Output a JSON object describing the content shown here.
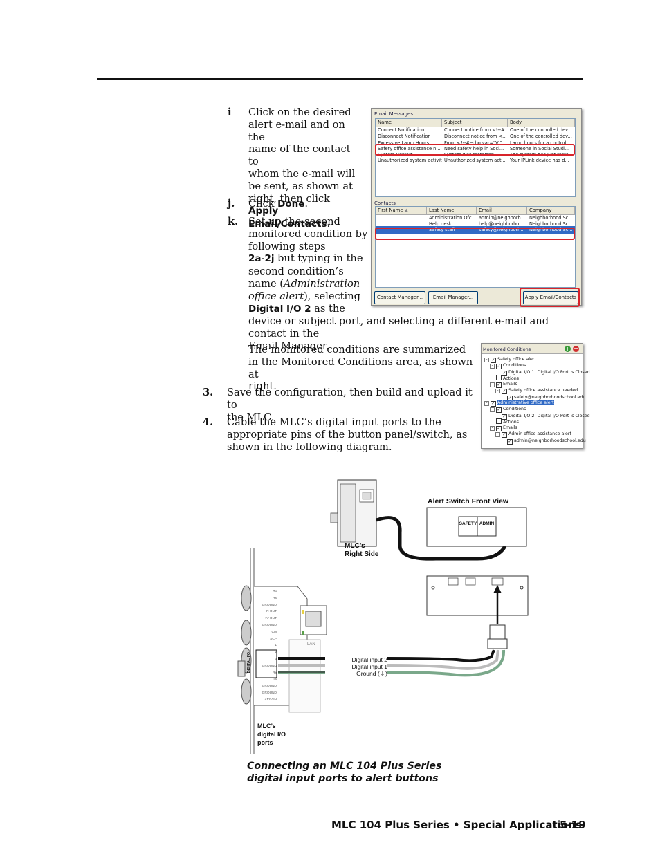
{
  "steps": {
    "i": {
      "marker": "i",
      "lines": [
        "Click on the desired",
        "alert e-mail and on the",
        "name of the contact to",
        "whom the e-mail will",
        "be sent, as shown at"
      ],
      "tail_text": "right, then click ",
      "bold_1": "Apply",
      "bold_2": "Email/Contacts",
      "end": "."
    },
    "j": {
      "marker": "j.",
      "text": "Click ",
      "bold": "Done",
      "end": "."
    },
    "k": {
      "marker": "k.",
      "lines": [
        "Set up the second",
        "monitored condition by",
        "following steps"
      ],
      "bold_steps": "2a",
      "dash": "-",
      "bold_steps_2": "2j",
      "steps_tail": " but typing in the",
      "line5": "second condition’s",
      "name_open": "name (",
      "italic_1": "Administration",
      "italic_2": "office alert",
      "after_italic": "), selecting",
      "bold_port": "Digital I/O 2",
      "after_port": " as the",
      "wide_1": "device or subject port, and selecting a different e-mail and contact in the",
      "wide_2": "Email Manager."
    },
    "summary": {
      "lines": [
        "The monitored conditions are summarized",
        "in the Monitored Conditions area, as shown at",
        "right."
      ]
    },
    "s3": {
      "marker": "3.",
      "lines": [
        "Save the configuration, then build and upload it to",
        "the MLC."
      ]
    },
    "s4": {
      "marker": "4.",
      "lines": [
        "Cable the MLC’s digital input ports to the",
        "appropriate pins of the button panel/switch, as",
        "shown in the following diagram."
      ]
    }
  },
  "email_dialog": {
    "messages_title": "Email Messages",
    "columns": [
      "Name",
      "Subject",
      "Body"
    ],
    "rows": [
      [
        "Connect Notification",
        "Connect notice from <!--#...",
        "One of the controlled dev..."
      ],
      [
        "Disconnect Notification",
        "Disconnect notice from <...",
        "One of the controlled dev..."
      ],
      [
        "Excessive Lamp Hours",
        "From <!--#echo var=\"VI\"...",
        "Lamp hours for a control..."
      ],
      [
        "Safety office assistance n...",
        "Need safety help in Soci...",
        "Someone in Social Studi..."
      ],
      [
        "System Restart",
        "System was restarted",
        "The system has just resta..."
      ],
      [
        "Unauthorized system activity",
        "Unauthorized system acti...",
        "Your IPLink device has d..."
      ]
    ],
    "contacts_title": "Contacts",
    "contact_columns": [
      "First Name",
      "Last Name",
      "Email",
      "Company"
    ],
    "contacts": [
      [
        "",
        "Administration Ofc",
        "admin@neighborh...",
        "Neighborhood Sc..."
      ],
      [
        "",
        "Help desk",
        "help@neighborho...",
        "Neighborhood Sc..."
      ],
      [
        "",
        "Safety staff",
        "safety@neighborh...",
        "Neighborhood Sc..."
      ]
    ],
    "buttons": {
      "contact_manager": "Contact Manager...",
      "email_manager": "Email Manager...",
      "apply": "Apply Email/Contacts"
    }
  },
  "monitored": {
    "title": "Monitored Conditions",
    "items": [
      {
        "text": "Safety office alert",
        "level": 0,
        "exp": "-",
        "check": true
      },
      {
        "text": "Conditions",
        "level": 1,
        "exp": "-",
        "check": true
      },
      {
        "text": "Digital I/O 1: Digital I/O Port Is Closed",
        "level": 2,
        "exp": "",
        "check": true
      },
      {
        "text": "Actions",
        "level": 1,
        "exp": "",
        "check": false
      },
      {
        "text": "Emails",
        "level": 1,
        "exp": "-",
        "check": true
      },
      {
        "text": "Safety office assistance needed",
        "level": 2,
        "exp": "-",
        "check": true
      },
      {
        "text": "safety@neighborhoodschool.edu",
        "level": 3,
        "exp": "",
        "check": true
      },
      {
        "text": "Administrative office alert",
        "level": 0,
        "exp": "-",
        "check": true,
        "selected": true
      },
      {
        "text": "Conditions",
        "level": 1,
        "exp": "-",
        "check": true
      },
      {
        "text": "Digital I/O 2: Digital I/O Port Is Closed",
        "level": 2,
        "exp": "",
        "check": true
      },
      {
        "text": "Actions",
        "level": 1,
        "exp": "",
        "check": false
      },
      {
        "text": "Emails",
        "level": 1,
        "exp": "-",
        "check": true
      },
      {
        "text": "Admin office assistance alert",
        "level": 2,
        "exp": "-",
        "check": true
      },
      {
        "text": "admin@neighborhoodschool.edu",
        "level": 3,
        "exp": "",
        "check": true
      }
    ]
  },
  "diagram": {
    "alert_switch_label": "Alert Switch Front View",
    "safety_button": "SAFETY",
    "admin_button": "ADMIN",
    "right_side_1": "MLC’s",
    "right_side_2": "Right Side",
    "ports_1": "MLC’s",
    "ports_2": "digital I/O",
    "ports_3": "ports",
    "input2": "Digital input 2",
    "input1": "Digital input 1",
    "ground": "Ground (⏚)",
    "lan": "LAN",
    "pin_labels": [
      "Tx",
      "Rx",
      "GROUND",
      "IR OUT",
      "+V OUT",
      "GROUND",
      "CM",
      "SCP",
      "1",
      "2",
      "3",
      "GROUND",
      "Rx",
      "Tx",
      "GROUND",
      "GROUND",
      "+12V IN"
    ],
    "digital_io": "DIGITAL I/O",
    "ground_label": "GROUND"
  },
  "caption": {
    "line1": "Connecting an MLC 104 Plus Series",
    "line2": "digital input ports to alert buttons"
  },
  "footer": {
    "title": "MLC 104 Plus Series • Special Applications",
    "page": "5-19"
  }
}
